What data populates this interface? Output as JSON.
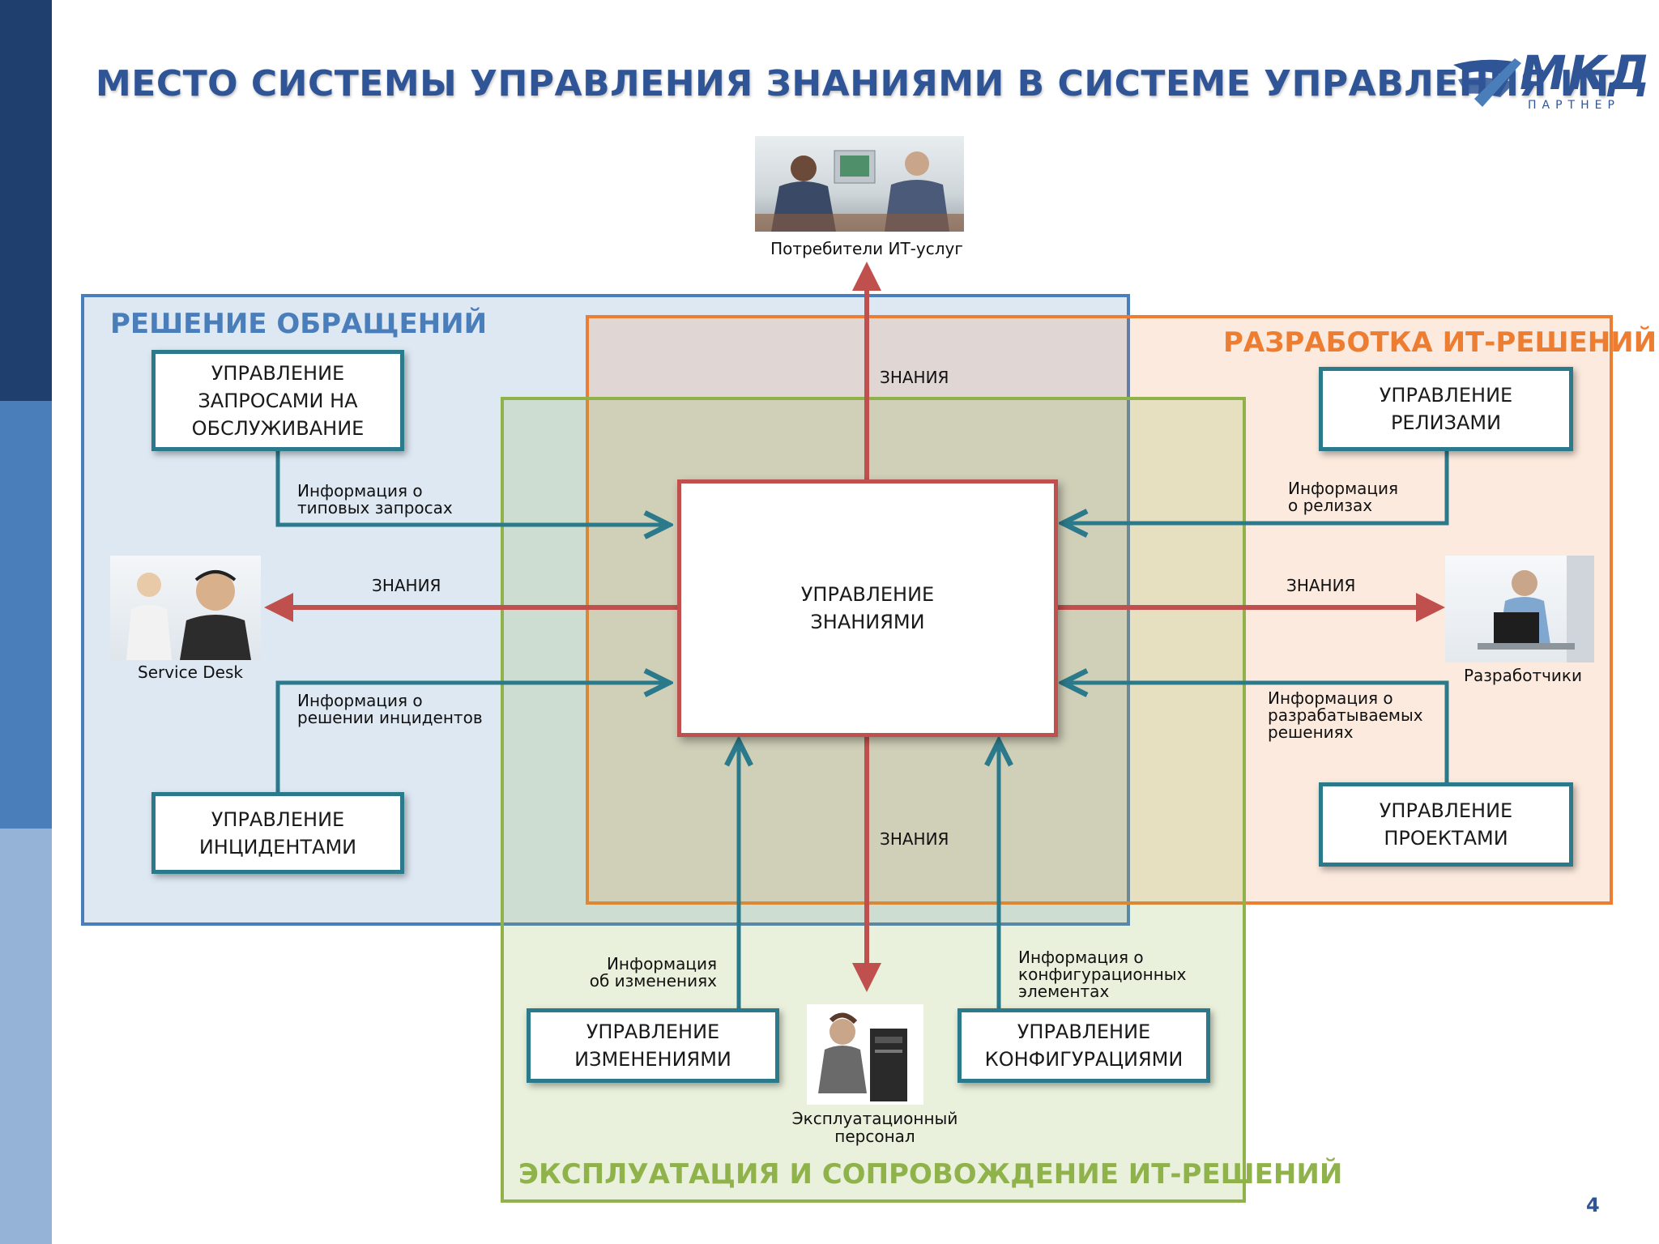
{
  "slide": {
    "title": "МЕСТО СИСТЕМЫ УПРАВЛЕНИЯ ЗНАНИЯМИ В СИСТЕМЕ УПРАВЛЕНИЯ ИТ",
    "page_number": "4"
  },
  "logo": {
    "brand": "МКД",
    "sub": "ПАРТНЕР"
  },
  "regions": {
    "incidents": {
      "title": "РЕШЕНИЕ ОБРАЩЕНИЙ",
      "color": "#4a7ebb"
    },
    "development": {
      "title": "РАЗРАБОТКА ИТ-РЕШЕНИЙ",
      "color": "#ed7d31"
    },
    "operations": {
      "title": "ЭКСПЛУАТАЦИЯ И СОПРОВОЖДЕНИЕ ИТ-РЕШЕНИЙ",
      "color": "#8fb24a"
    }
  },
  "processes": {
    "center": "УПРАВЛЕНИЕ\nЗНАНИЯМИ",
    "request_mgmt": "УПРАВЛЕНИЕ\nЗАПРОСАМИ НА\nОБСЛУЖИВАНИЕ",
    "incident_mgmt": "УПРАВЛЕНИЕ\nИНЦИДЕНТАМИ",
    "release_mgmt": "УПРАВЛЕНИЕ\nРЕЛИЗАМИ",
    "project_mgmt": "УПРАВЛЕНИЕ\nПРОЕКТАМИ",
    "change_mgmt": "УПРАВЛЕНИЕ\nИЗМЕНЕНИЯМИ",
    "config_mgmt": "УПРАВЛЕНИЕ\nКОНФИГУРАЦИЯМИ"
  },
  "info_labels": {
    "typical_requests": "Информация о\nтиповых запросах",
    "incident_solutions": "Информация о\nрешении инцидентов",
    "releases": "Информация\nо релизах",
    "developed_solutions": "Информация о\nразрабатываемых\nрешениях",
    "changes": "Информация\nоб изменениях",
    "config_items": "Информация о\nконфигурационных\nэлементах"
  },
  "knowledge_label": "ЗНАНИЯ",
  "actors": {
    "consumers": "Потребители ИТ-услуг",
    "service_desk": "Service Desk",
    "developers": "Разработчики",
    "operations_staff": "Эксплуатационный\nперсонал"
  },
  "colors": {
    "knowledge_arrow": "#c0504d",
    "info_arrow": "#2b7a8c",
    "title": "#2f5597",
    "sidebar": [
      "#1f3f6e",
      "#4a7ebb",
      "#95b3d7"
    ]
  }
}
